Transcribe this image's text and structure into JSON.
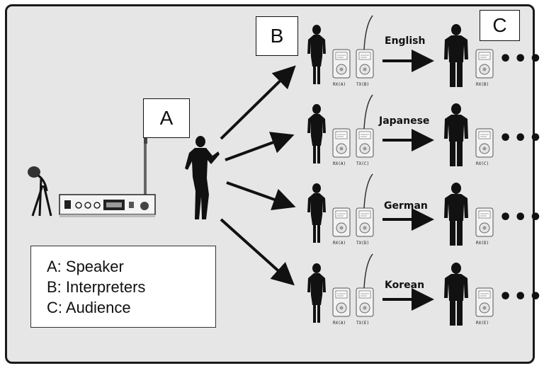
{
  "labels": {
    "a": "A",
    "b": "B",
    "c": "C"
  },
  "legend": {
    "line1": "A: Speaker",
    "line2": "B: Interpreters",
    "line3": "C: Audience"
  },
  "languages": [
    "English",
    "Japanese",
    "German",
    "Korean"
  ],
  "ellipsis": "•••"
}
